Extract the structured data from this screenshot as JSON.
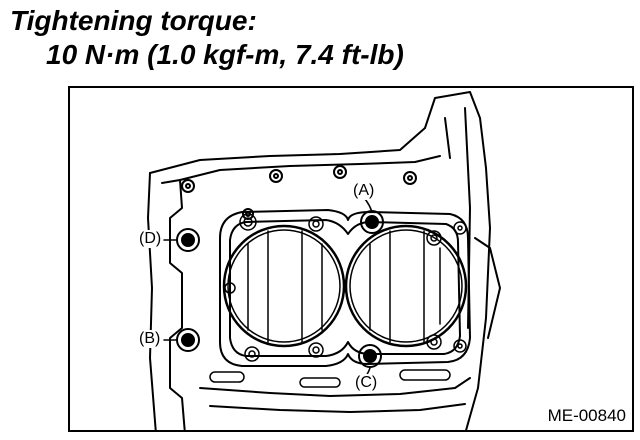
{
  "header": {
    "title": "Tightening torque:",
    "torque": "10 N·m (1.0 kgf-m, 7.4 ft-lb)"
  },
  "figure": {
    "labels": {
      "a": "(A)",
      "b": "(B)",
      "c": "(C)",
      "d": "(D)"
    },
    "code": "ME-00840"
  }
}
